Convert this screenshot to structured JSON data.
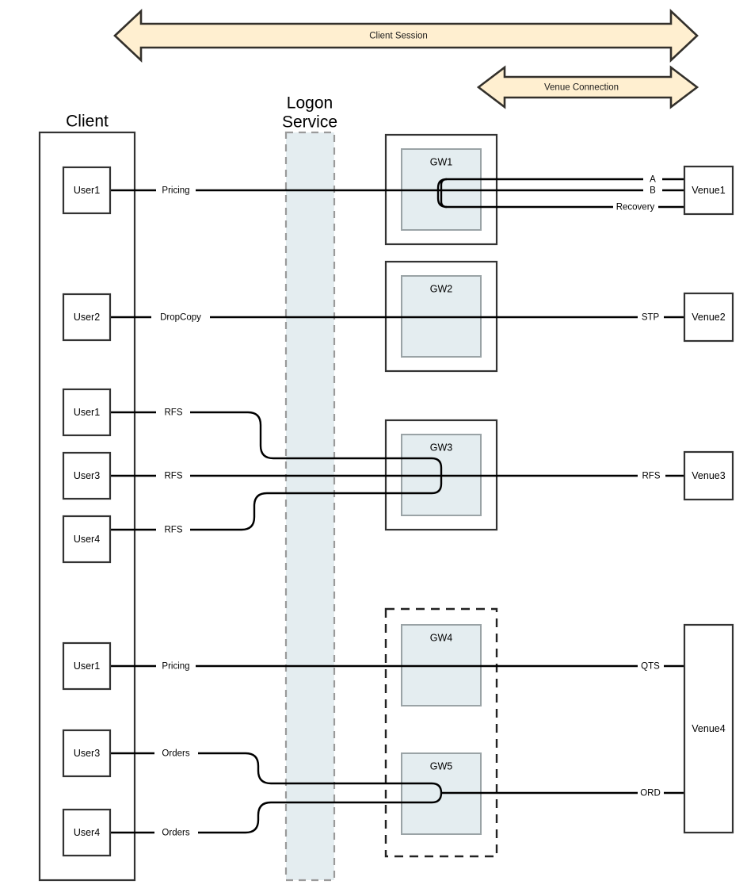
{
  "diagram": {
    "title_banners": [
      {
        "id": "client-session",
        "label": "Client Session"
      },
      {
        "id": "venue-connection",
        "label": "Venue Connection"
      }
    ],
    "column_titles": {
      "client": "Client",
      "logon_service_line1": "Logon",
      "logon_service_line2": "Service"
    },
    "client_users": [
      {
        "id": "u1-pricing",
        "label": "User1"
      },
      {
        "id": "u2-dropcopy",
        "label": "User2"
      },
      {
        "id": "u1-rfs",
        "label": "User1"
      },
      {
        "id": "u3-rfs",
        "label": "User3"
      },
      {
        "id": "u4-rfs",
        "label": "User4"
      },
      {
        "id": "u1-pricing2",
        "label": "User1"
      },
      {
        "id": "u3-orders",
        "label": "User3"
      },
      {
        "id": "u4-orders",
        "label": "User4"
      }
    ],
    "gateways": [
      {
        "id": "gw1",
        "label": "GW1",
        "framed": true,
        "dashed_group": false
      },
      {
        "id": "gw2",
        "label": "GW2",
        "framed": true,
        "dashed_group": false
      },
      {
        "id": "gw3",
        "label": "GW3",
        "framed": true,
        "dashed_group": false
      },
      {
        "id": "gw4",
        "label": "GW4",
        "framed": false,
        "dashed_group": true
      },
      {
        "id": "gw5",
        "label": "GW5",
        "framed": false,
        "dashed_group": true
      }
    ],
    "venues": [
      {
        "id": "venue1",
        "label": "Venue1"
      },
      {
        "id": "venue2",
        "label": "Venue2"
      },
      {
        "id": "venue3",
        "label": "Venue3"
      },
      {
        "id": "venue4",
        "label": "Venue4"
      }
    ],
    "client_side_link_labels": [
      {
        "id": "link-pricing-1",
        "label": "Pricing"
      },
      {
        "id": "link-dropcopy",
        "label": "DropCopy"
      },
      {
        "id": "link-rfs-1",
        "label": "RFS"
      },
      {
        "id": "link-rfs-2",
        "label": "RFS"
      },
      {
        "id": "link-rfs-3",
        "label": "RFS"
      },
      {
        "id": "link-pricing-2",
        "label": "Pricing"
      },
      {
        "id": "link-orders-1",
        "label": "Orders"
      },
      {
        "id": "link-orders-2",
        "label": "Orders"
      }
    ],
    "venue_side_link_labels": [
      {
        "id": "venue-link-a",
        "label": "A"
      },
      {
        "id": "venue-link-b",
        "label": "B"
      },
      {
        "id": "venue-link-recovery",
        "label": "Recovery"
      },
      {
        "id": "venue-link-stp",
        "label": "STP"
      },
      {
        "id": "venue-link-rfs",
        "label": "RFS"
      },
      {
        "id": "venue-link-qts",
        "label": "QTS"
      },
      {
        "id": "venue-link-ord",
        "label": "ORD"
      }
    ],
    "colors": {
      "banner_fill": "#ffefd0",
      "banner_stroke": "#33302b",
      "gateway_fill": "#e4edf0",
      "gateway_stroke": "#9aa3a6",
      "logon_band_fill": "#e4edf0",
      "logon_band_stroke": "#9a9a9a",
      "box_stroke": "#333333",
      "wire": "#000000",
      "background": "#ffffff"
    }
  }
}
